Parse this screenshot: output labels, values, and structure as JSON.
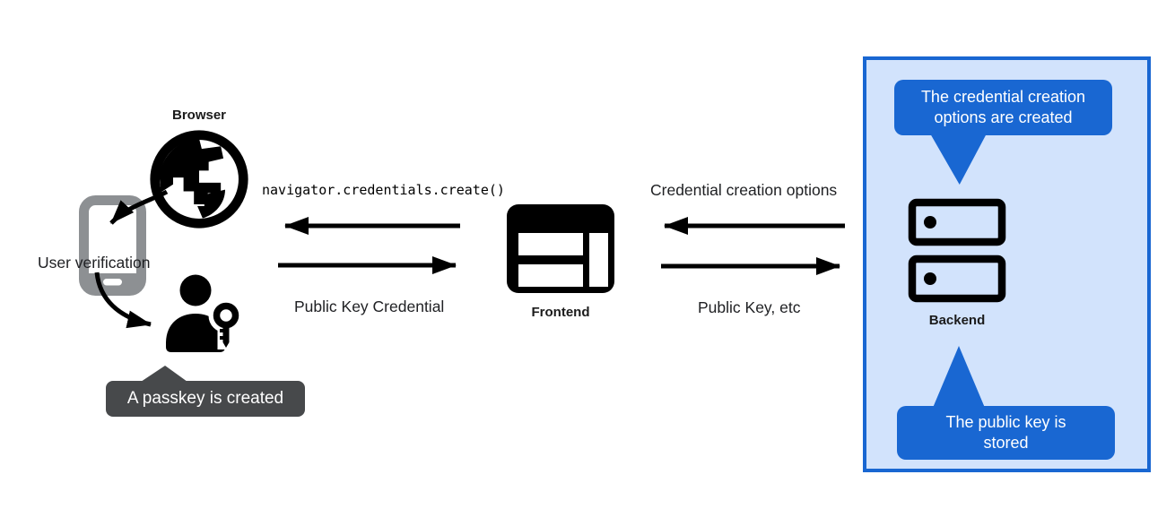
{
  "diagram": {
    "browser_label": "Browser",
    "user_verification_label": "User verification",
    "passkey_callout_text": "A passkey is created",
    "create_call_code": "navigator.credentials.create()",
    "public_key_credential_label": "Public Key Credential",
    "frontend_label": "Frontend",
    "credential_creation_options_label": "Credential creation options",
    "public_key_etc_label": "Public Key, etc",
    "backend_label": "Backend",
    "credential_options_callout_text": "The credential creation options are created",
    "public_key_stored_callout_text": "The public key is stored",
    "colors": {
      "accent_blue": "#1967d2",
      "panel_background": "#d2e3fc",
      "panel_border": "#1967d2",
      "gray_callout": "#47494b",
      "phone_gray": "#8d9093",
      "icon_black": "#000000"
    },
    "icons": [
      "globe-icon",
      "smartphone-icon",
      "person-key-icon",
      "browser-window-icon",
      "server-stack-icon"
    ]
  }
}
